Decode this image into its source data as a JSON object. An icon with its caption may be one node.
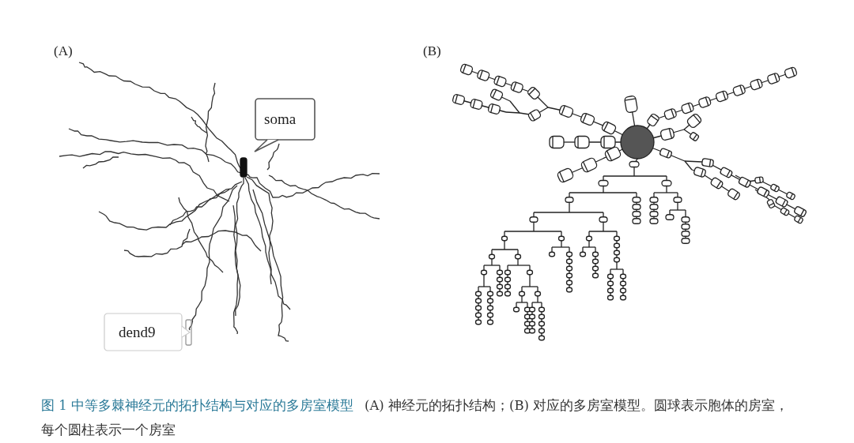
{
  "diagram": {
    "title": "图 1 中等多棘神经元的拓扑结构与对应的多房室模型",
    "caption": "(A) 神经元的拓扑结构；(B) 对应的多房室模型。圆球表示胞体的房室，每个圆柱表示一个房室",
    "nodes": [
      {
        "text": [
          "soma"
        ]
      },
      {
        "text": [
          "dend9"
        ]
      }
    ],
    "labels": [
      "(A)",
      "(B)"
    ]
  }
}
